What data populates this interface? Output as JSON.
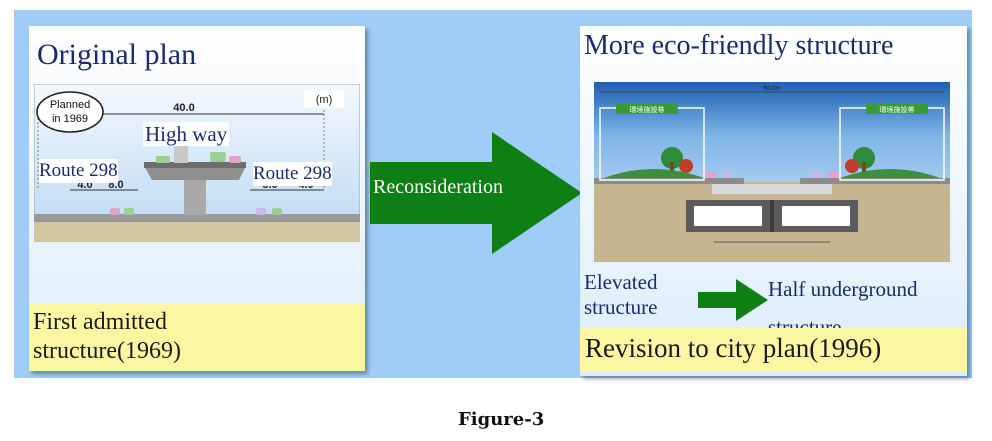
{
  "left": {
    "title": "Original plan",
    "planned_bubble": [
      "Planned",
      "in 1969"
    ],
    "unit": "(m)",
    "dim_total": "40.0",
    "highway_label": "High way",
    "route_left": "Route 298",
    "route_right": "Route 298",
    "dims_left": [
      "4.0",
      "8.0"
    ],
    "dims_right": [
      "8.0",
      "4.0"
    ],
    "note": [
      "First admitted",
      "structure(1969)"
    ]
  },
  "arrow_label": "Reconsideration",
  "right": {
    "title": "More eco-friendly structure",
    "dim_total": "60.0m",
    "green_signs": [
      "環境施設帯",
      "環境施設帯"
    ],
    "elevated": [
      "Elevated",
      "structure"
    ],
    "half_underground": [
      "Half underground",
      "structure"
    ],
    "note": "Revision to city plan(1996)"
  },
  "caption": "Figure-3",
  "colors": {
    "background_blue": "#9fcdf7",
    "arrow_green": "#0d7f15",
    "note_yellow": "#fbf6a1",
    "title_navy": "#1c2a6e"
  }
}
